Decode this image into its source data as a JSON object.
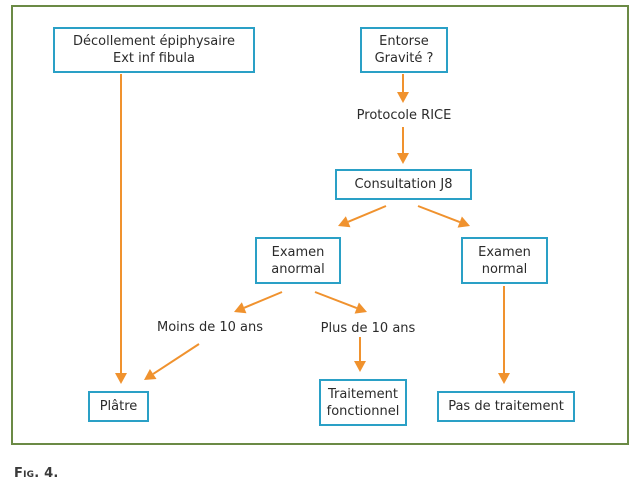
{
  "colors": {
    "frame": "#6b8a45",
    "box_border": "#2aa0c6",
    "arrow": "#f0922e",
    "text": "#2b2b2b"
  },
  "nodes": {
    "decollement": "Décollement épiphysaire\nExt inf fibula",
    "entorse": "Entorse\nGravité ?",
    "consultation": "Consultation J8",
    "examen_anormal": "Examen\nanormal",
    "examen_normal": "Examen\nnormal",
    "platre": "Plâtre",
    "traitement_fonctionnel": "Traitement\nfonctionnel",
    "pas_de_traitement": "Pas de traitement"
  },
  "labels": {
    "protocole_rice": "Protocole RICE",
    "moins_10_ans": "Moins de 10 ans",
    "plus_10_ans": "Plus de 10 ans"
  },
  "edges": [
    {
      "from": "decollement",
      "to": "platre"
    },
    {
      "from": "entorse",
      "to": "protocole_rice"
    },
    {
      "from": "protocole_rice",
      "to": "consultation"
    },
    {
      "from": "consultation",
      "to": "examen_anormal"
    },
    {
      "from": "consultation",
      "to": "examen_normal"
    },
    {
      "from": "examen_anormal",
      "to": "moins_10_ans"
    },
    {
      "from": "examen_anormal",
      "to": "plus_10_ans"
    },
    {
      "from": "moins_10_ans",
      "to": "platre"
    },
    {
      "from": "plus_10_ans",
      "to": "traitement_fonctionnel"
    },
    {
      "from": "examen_normal",
      "to": "pas_de_traitement"
    }
  ],
  "caption": "Fig. 4."
}
